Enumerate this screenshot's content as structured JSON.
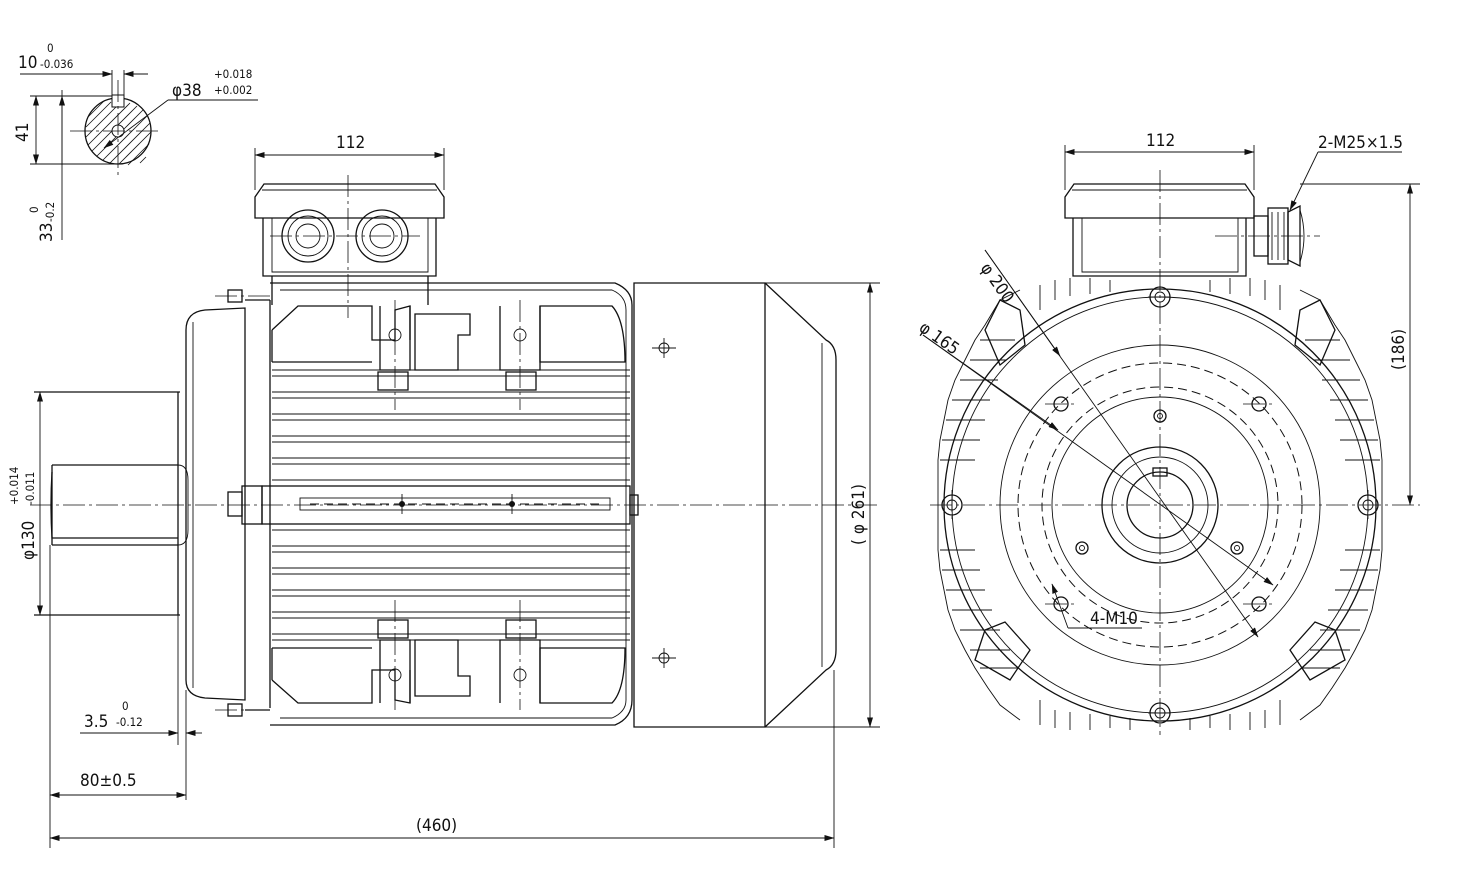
{
  "shaft_section": {
    "key_width": "10",
    "key_width_tol_upper": "0",
    "key_width_tol_lower": "-0.036",
    "shaft_diameter": "φ38",
    "shaft_diameter_tol_upper": "+0.018",
    "shaft_diameter_tol_lower": "+0.002",
    "shaft_height": "41",
    "key_depth": "33",
    "key_depth_tol_upper": "0",
    "key_depth_tol_lower": "-0.2"
  },
  "side_view": {
    "terminal_box_width": "112",
    "spigot_diameter": "φ130",
    "spigot_tol_upper": "+0.014",
    "spigot_tol_lower": "-0.011",
    "overall_diameter": "( φ 261)",
    "spigot_depth": "3.5",
    "spigot_depth_tol_upper": "0",
    "spigot_depth_tol_lower": "-0.12",
    "shaft_length": "80±0.5",
    "overall_length": "(460)"
  },
  "front_view": {
    "terminal_box_width": "112",
    "cable_gland": "2-M25×1.5",
    "flange_pcd": "φ 200",
    "bolt_circle": "φ 165",
    "height_to_box": "(186)",
    "mounting_holes": "4-M10"
  }
}
